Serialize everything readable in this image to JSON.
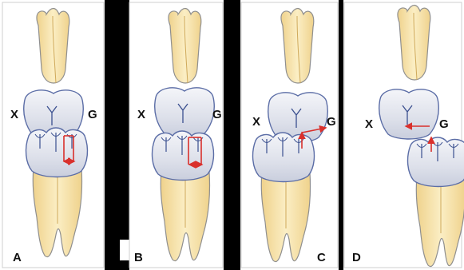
{
  "panels": [
    {
      "label": "A",
      "left_side": "X",
      "right_side": "G"
    },
    {
      "label": "B",
      "left_side": "X",
      "right_side": "G"
    },
    {
      "label": "C",
      "left_side": "X",
      "right_side": "G"
    },
    {
      "label": "D",
      "left_side": "X",
      "right_side": "G"
    }
  ],
  "colors": {
    "root": "#f7e2a7",
    "root_outline": "#8f8f8f",
    "crown": "#e6e8ef",
    "crown_outline": "#5b6da6",
    "fissure": "#3a4f8f",
    "arrow": "#d9302c",
    "divider": "#000000",
    "frame": "#cfcfcf"
  }
}
